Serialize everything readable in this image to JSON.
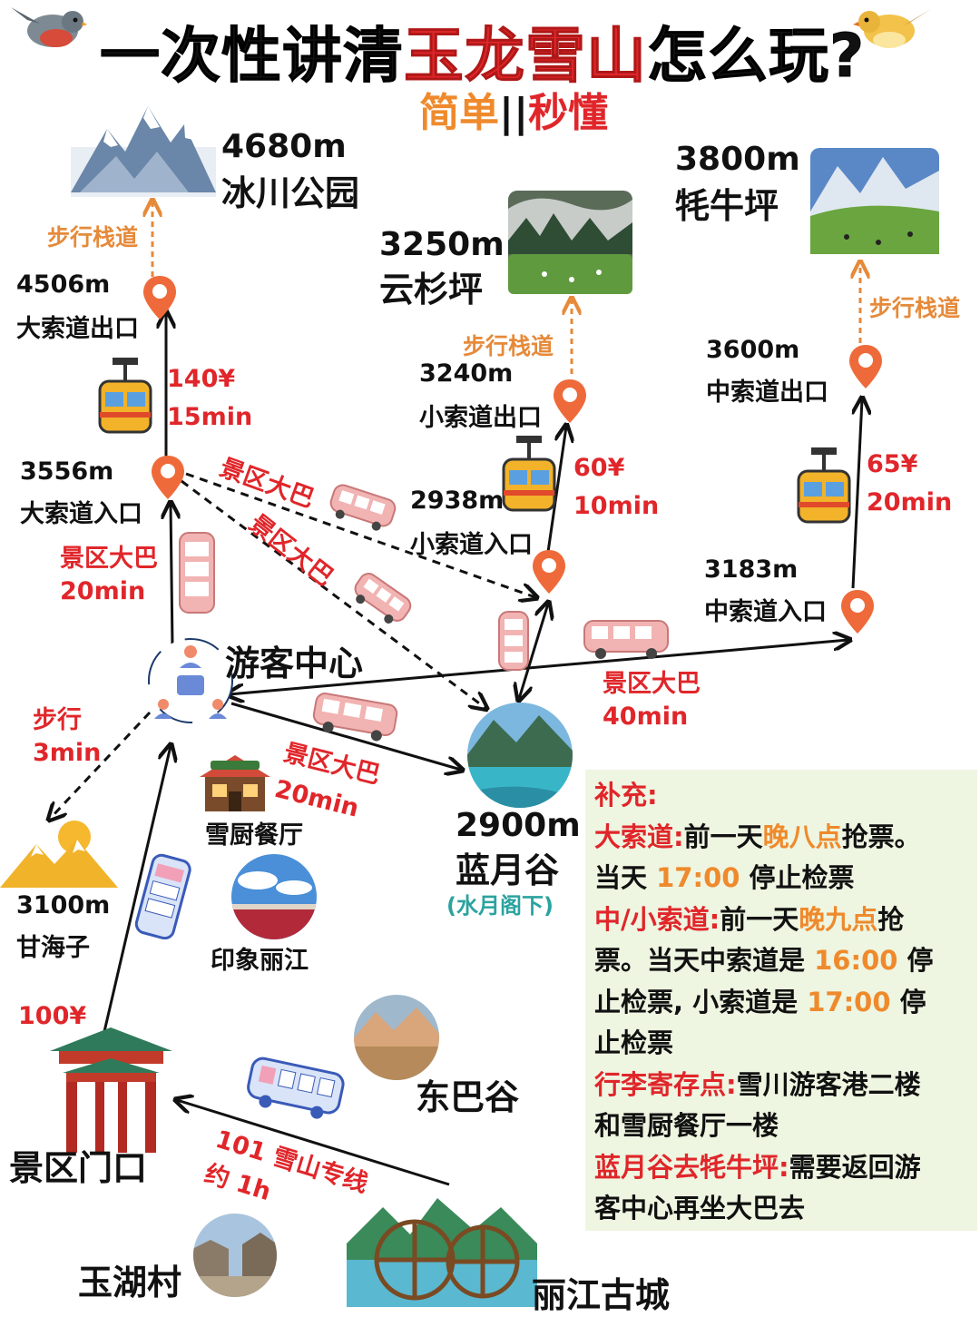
{
  "header": {
    "title_part1": "一次性讲清",
    "title_highlight": "玉龙雪山",
    "title_part2": "怎么玩?",
    "subtitle_left": "简单",
    "subtitle_sep": "||",
    "subtitle_right": "秒懂"
  },
  "places": {
    "glacier_park": {
      "alt": "4680m",
      "name": "冰川公园"
    },
    "yunshanping": {
      "alt": "3250m",
      "name": "云杉坪"
    },
    "maoniuping": {
      "alt": "3800m",
      "name": "牦牛坪"
    },
    "big_cable_exit": {
      "alt": "4506m",
      "name": "大索道出口"
    },
    "big_cable_entry": {
      "alt": "3556m",
      "name": "大索道入口"
    },
    "small_cable_exit": {
      "alt": "3240m",
      "name": "小索道出口"
    },
    "small_cable_entry": {
      "alt": "2938m",
      "name": "小索道入口"
    },
    "mid_cable_exit": {
      "alt": "3600m",
      "name": "中索道出口"
    },
    "mid_cable_entry": {
      "alt": "3183m",
      "name": "中索道入口"
    },
    "visitor_center": {
      "name": "游客中心"
    },
    "blue_moon_valley": {
      "alt": "2900m",
      "name": "蓝月谷",
      "sub": "(水月阁下)"
    },
    "ganhaizi": {
      "alt": "3100m",
      "name": "甘海子"
    },
    "snow_kitchen": {
      "name": "雪厨餐厅"
    },
    "impression_lijiang": {
      "name": "印象丽江"
    },
    "dongba_valley": {
      "name": "东巴谷"
    },
    "gate": {
      "name": "景区门口",
      "price": "100¥"
    },
    "yuhu_village": {
      "name": "玉湖村"
    },
    "lijiang_old_town": {
      "name": "丽江古城"
    }
  },
  "routes": {
    "walk_trail": "步行栈道",
    "big_cable": {
      "price": "140¥",
      "time": "15min"
    },
    "small_cable": {
      "price": "60¥",
      "time": "10min"
    },
    "mid_cable": {
      "price": "65¥",
      "time": "20min"
    },
    "bus": "景区大巴",
    "bus_to_big_entry_time": "20min",
    "bus_to_blue_moon_time": "20min",
    "bus_to_mid_time": "40min",
    "walk_ganhaizi": {
      "label": "步行",
      "time": "3min"
    },
    "line101": {
      "label": "101 雪山专线",
      "time": "约 1h"
    }
  },
  "notes": {
    "heading": "补充:",
    "l1_key": "大索道:",
    "l1_text": "前一天",
    "l1_hl": "晚八点",
    "l1_end": "抢票。",
    "l2_a": "当天 ",
    "l2_hl": "17:00",
    "l2_b": " 停止检票",
    "l3_key": "中/小索道:",
    "l3_text": "前一天",
    "l3_hl": "晚九点",
    "l3_end": "抢",
    "l4_a": "票。当天中索道是 ",
    "l4_hl": "16:00",
    "l4_b": " 停",
    "l5_a": "止检票, 小索道是 ",
    "l5_hl": "17:00",
    "l5_b": " 停",
    "l6": "止检票",
    "l7_key": "行李寄存点:",
    "l7_text": "雪川游客港二楼",
    "l8": "和雪厨餐厅一楼",
    "l9_key": "蓝月谷去牦牛坪:",
    "l9_text": "需要返回游",
    "l10": "客中心再坐大巴去"
  },
  "colors": {
    "accent_red": "#e0262a",
    "accent_orange": "#ef8a2c",
    "pin": "#ef6a3a",
    "note_bg": "#eef5e1"
  }
}
